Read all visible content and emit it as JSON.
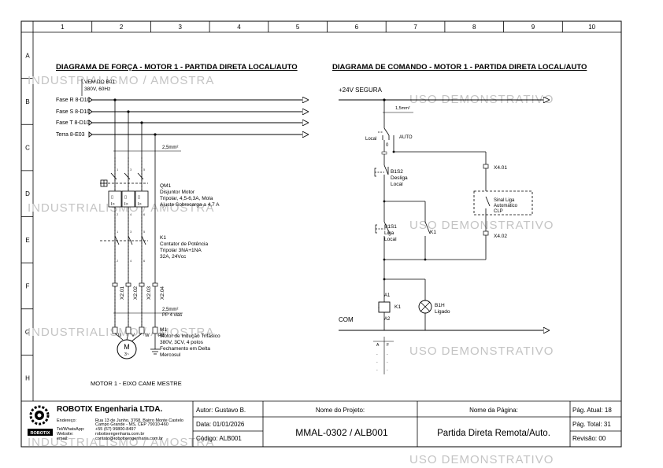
{
  "grid": {
    "columns": [
      "1",
      "2",
      "3",
      "4",
      "5",
      "6",
      "7",
      "8",
      "9",
      "10"
    ],
    "rows": [
      "A",
      "B",
      "C",
      "D",
      "E",
      "F",
      "G",
      "H"
    ]
  },
  "watermarks": {
    "left": "INDUSTRIALISMO / AMOSTRA",
    "right": "USO DEMONSTRATIVO"
  },
  "power": {
    "title": "DIAGRAMA DE FORÇA - MOTOR 1 - PARTIDA DIRETA LOCAL/AUTO",
    "source_line1": "VEM DO B01",
    "source_line2": "380V, 60Hz",
    "phases": [
      "Fase R  8-D10",
      "Fase S  8-D10",
      "Fase T  8-D10",
      "Terra    8-E03"
    ],
    "cable1": "2,5mm²",
    "breaker": {
      "tag": "QM1",
      "lines": [
        "Disjuntor Motor",
        "Tripolar, 4,5-6,3A, Mola",
        "Ajuste Sobrecarga a 4,7 A"
      ]
    },
    "contactor": {
      "tag": "K1",
      "lines": [
        "Contator de Potência",
        "Tripolar 3NA+1NA",
        "32A, 24Vcc"
      ]
    },
    "terminals": [
      "X2.01",
      "X2.02",
      "X2.03",
      "X2.04"
    ],
    "cable2_line1": "2,5mm²",
    "cable2_line2": "PP 4 vias",
    "motor": {
      "tag": "M1",
      "lines": [
        "Motor de Indução Trifásico",
        "380V, 3CV, 4 polos",
        "Fechamento em Delta",
        "Mercosul"
      ],
      "symbol": "M",
      "symbol_sub": "3~"
    },
    "motor_terminals": [
      "U",
      "V",
      "W",
      "PE"
    ],
    "footer": "MOTOR 1 - EIXO CAME MESTRE"
  },
  "control": {
    "title": "DIAGRAMA DE COMANDO - MOTOR 1 - PARTIDA DIRETA LOCAL/AUTO",
    "supply": "+24V SEGURA",
    "cable": "1,5mm²",
    "selector_local": "Local",
    "selector_auto": "AUTO",
    "selector_zero": "0",
    "stop": {
      "tag": "B1S2",
      "lines": [
        "Desliga",
        "Local"
      ]
    },
    "start": {
      "tag": "B1S1",
      "lines": [
        "Liga",
        "Local"
      ]
    },
    "k1_aux": "K1",
    "x401": "X4.01",
    "x402": "X4.02",
    "clp": {
      "lines": [
        "Sinal Liga",
        "Automático",
        "CLP"
      ]
    },
    "coil": {
      "tag": "K1",
      "a1": "A1",
      "a2": "A2"
    },
    "lamp": {
      "tag": "B1H",
      "line": "Ligado"
    },
    "common": "COM",
    "contact_header": [
      "A",
      "F"
    ]
  },
  "titleblock": {
    "company": "ROBOTIX Engenharia LTDA.",
    "logo_text": "ROBOTIX",
    "contact_labels": [
      "Endereço:",
      "",
      "Tel/WhatsApp:",
      "Website:",
      "email:"
    ],
    "contact_values": [
      "Rua 13 de Junho, 3768, Bairro Monte Castelo",
      "Campo Grande - MS, CEP 79010-460",
      "+55 (67) 99800-8497",
      "robotixengenharia.com.br",
      "contato@robotixengenharia.com.br"
    ],
    "author": "Autor: Gustavo B.",
    "date": "Data: 01/01/2026",
    "code": "Código: ALB001",
    "project_label": "Nome do Projeto:",
    "project_value": "MMAL-0302 / ALB001",
    "page_name_label": "Nome da Página:",
    "page_name_value": "Partida Direta Remota/Auto.",
    "page_current": "Pág. Atual: 18",
    "page_total": "Pág. Total: 31",
    "revision": "Revisão: 00"
  }
}
